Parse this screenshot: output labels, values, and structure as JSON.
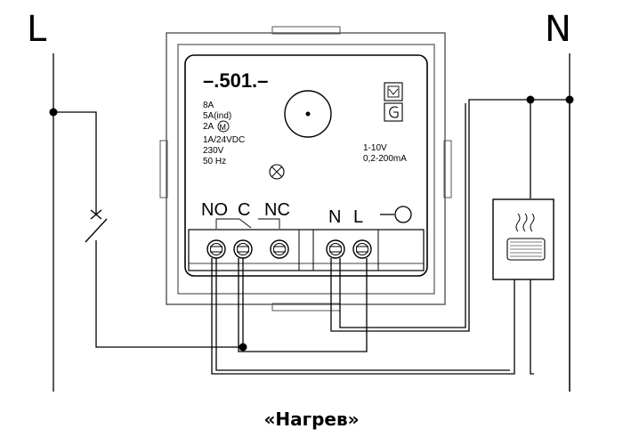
{
  "mains": {
    "line_label": "L",
    "neutral_label": "N"
  },
  "device": {
    "model": "–.501.–",
    "specs": [
      "8A",
      "5A(ind)",
      "2A",
      "1A/24VDC",
      "230V",
      "50 Hz"
    ],
    "motor_symbol": "M",
    "analog_specs": [
      "1-10V",
      "0,2-200mA"
    ],
    "terminals": {
      "relay_no": "NO",
      "relay_c": "C",
      "relay_nc": "NC",
      "power_n": "N",
      "power_l": "L"
    }
  },
  "caption": "«Нагрев»",
  "colors": {
    "line": "#000000",
    "background": "#ffffff",
    "frame": "#555555"
  },
  "icons": [
    "switch-icon",
    "lamp-icon",
    "potentiometer-icon",
    "heater-icon",
    "ground-icon",
    "double-insulation-icon"
  ]
}
